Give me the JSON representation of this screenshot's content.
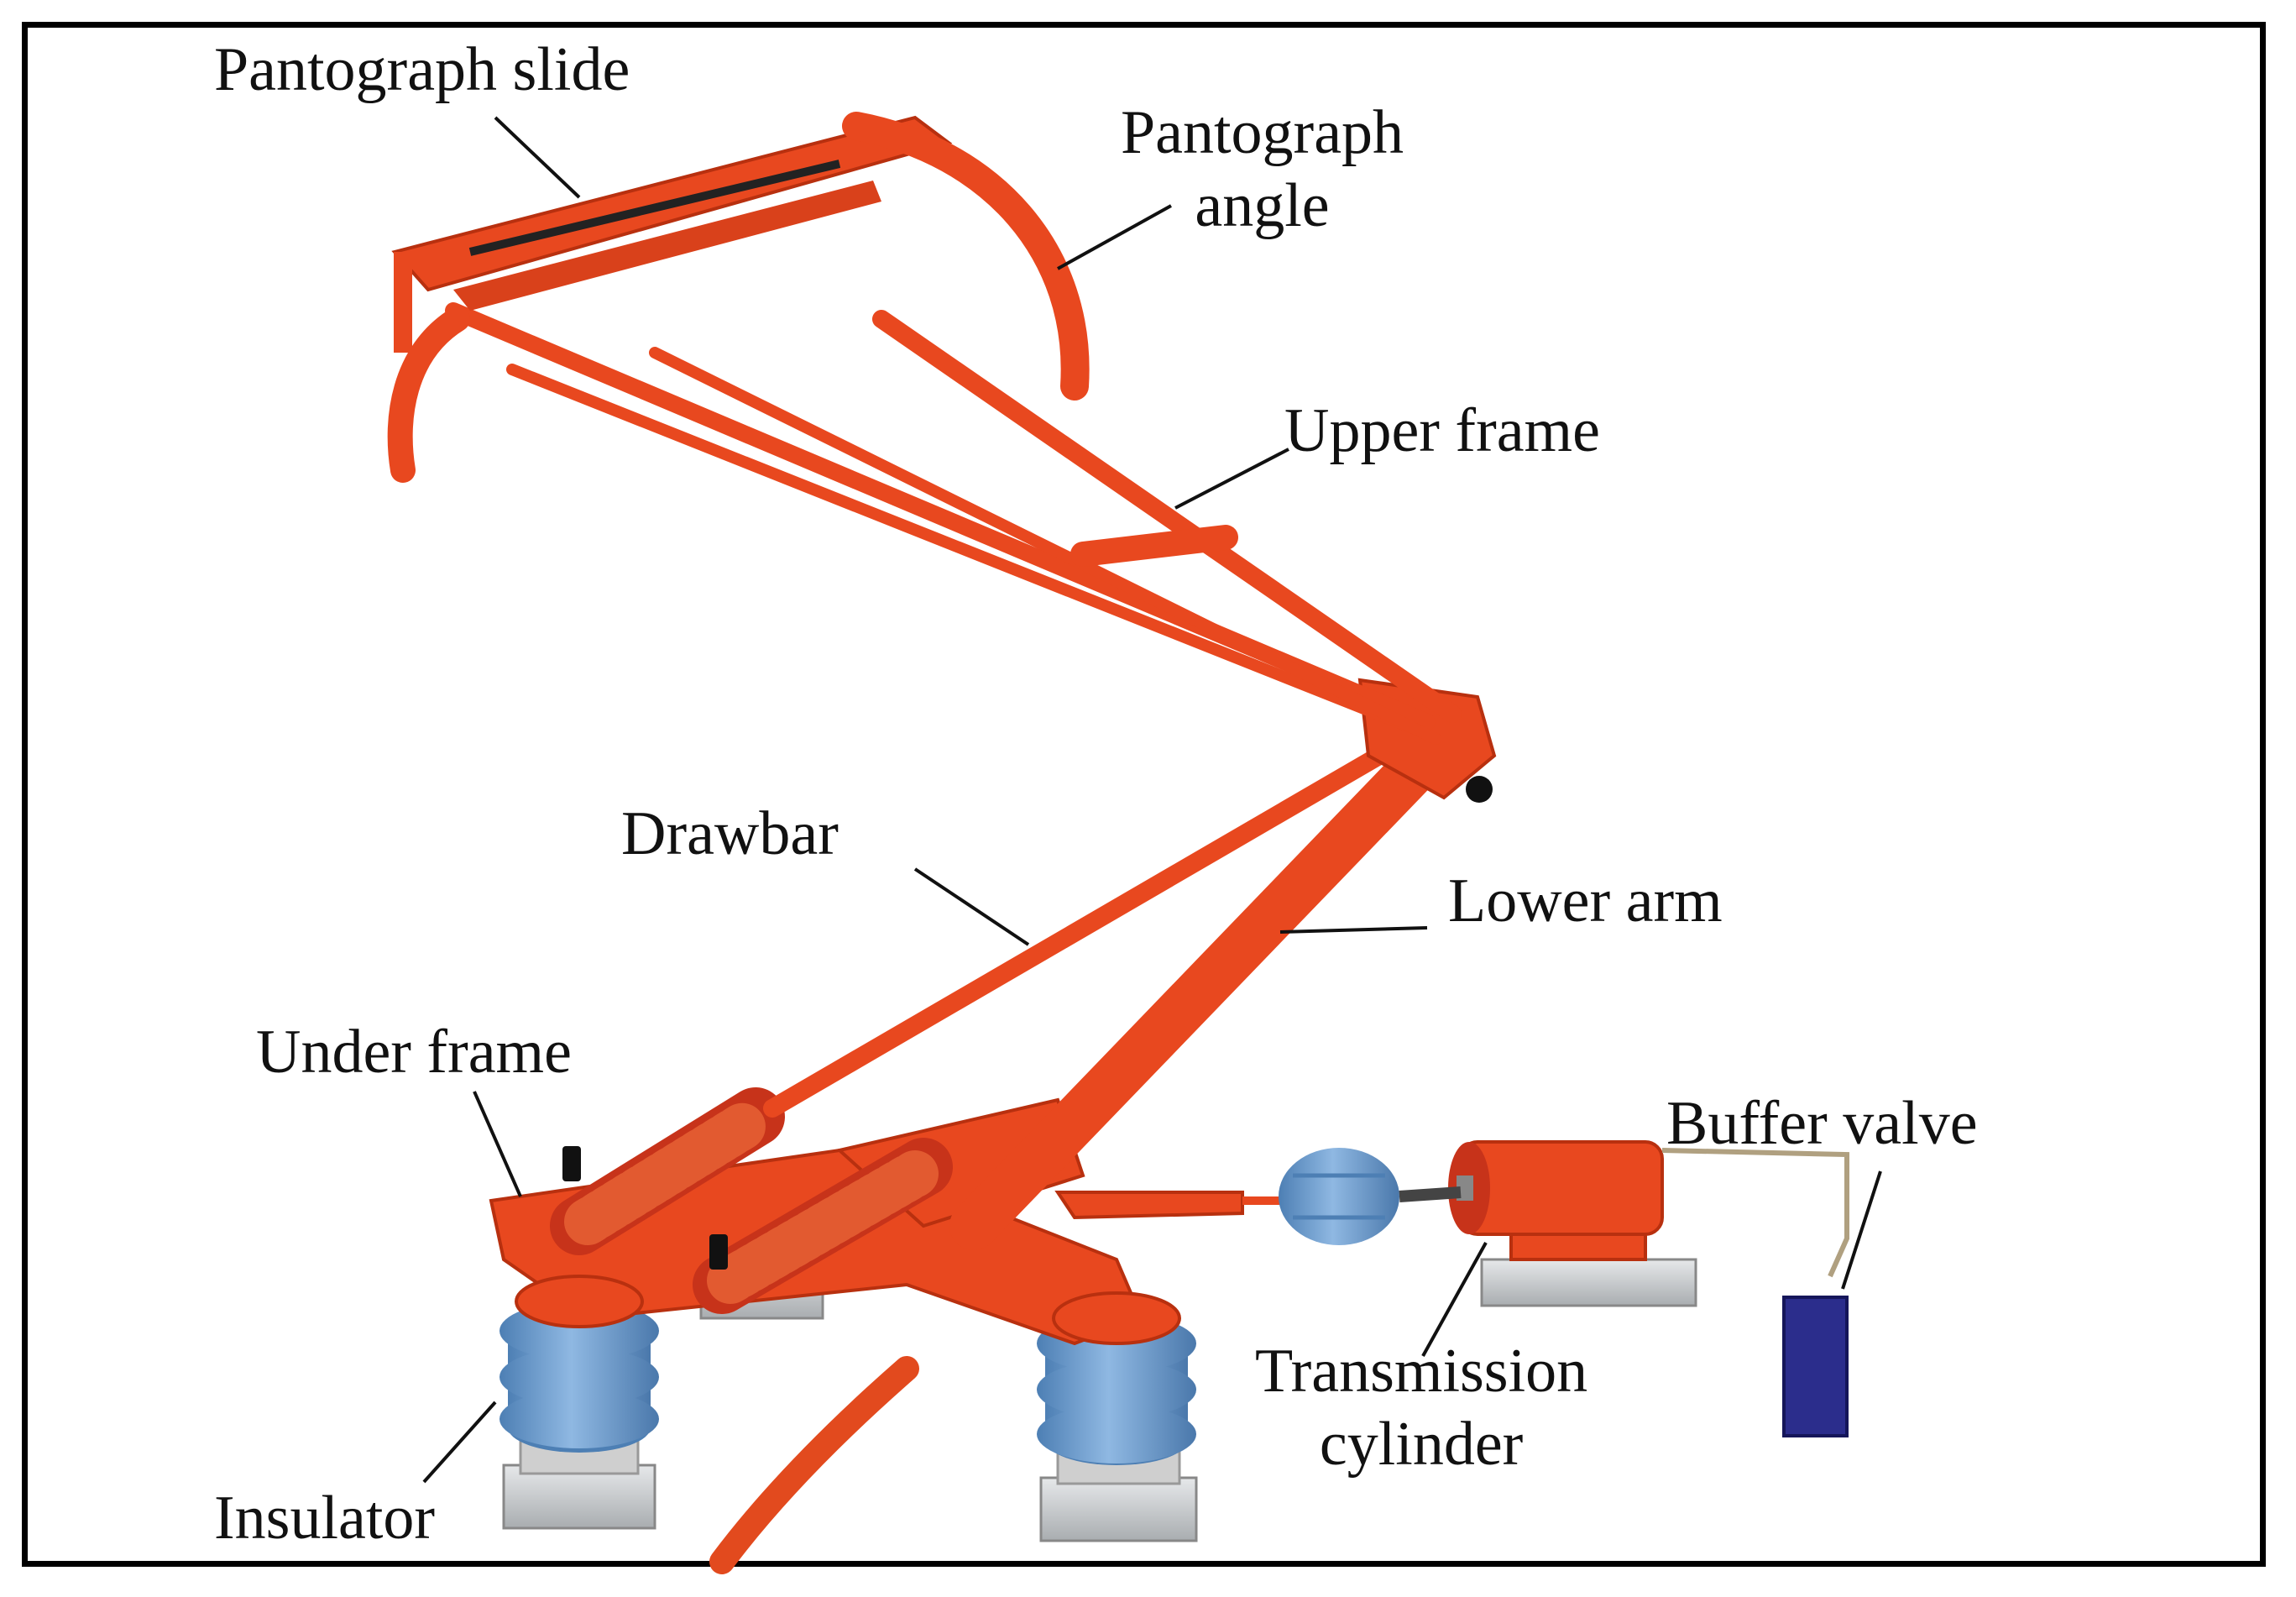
{
  "labels": {
    "pantograph_slide": "Pantograph slide",
    "pantograph_angle_1": "Pantograph",
    "pantograph_angle_2": "angle",
    "upper_frame": "Upper frame",
    "drawbar": "Drawbar",
    "lower_arm": "Lower arm",
    "under_frame": "Under frame",
    "buffer_valve": "Buffer valve",
    "transmission_1": "Transmission",
    "transmission_2": "cylinder",
    "insulator": "Insulator"
  },
  "colors": {
    "frame_red": "#e8481f",
    "frame_dark": "#b8300f",
    "insulator_blue": "#6f9fd0",
    "insulator_dark": "#4d7fb4",
    "base_grey": "#c9ccce",
    "valve_navy": "#2b2d8c"
  }
}
